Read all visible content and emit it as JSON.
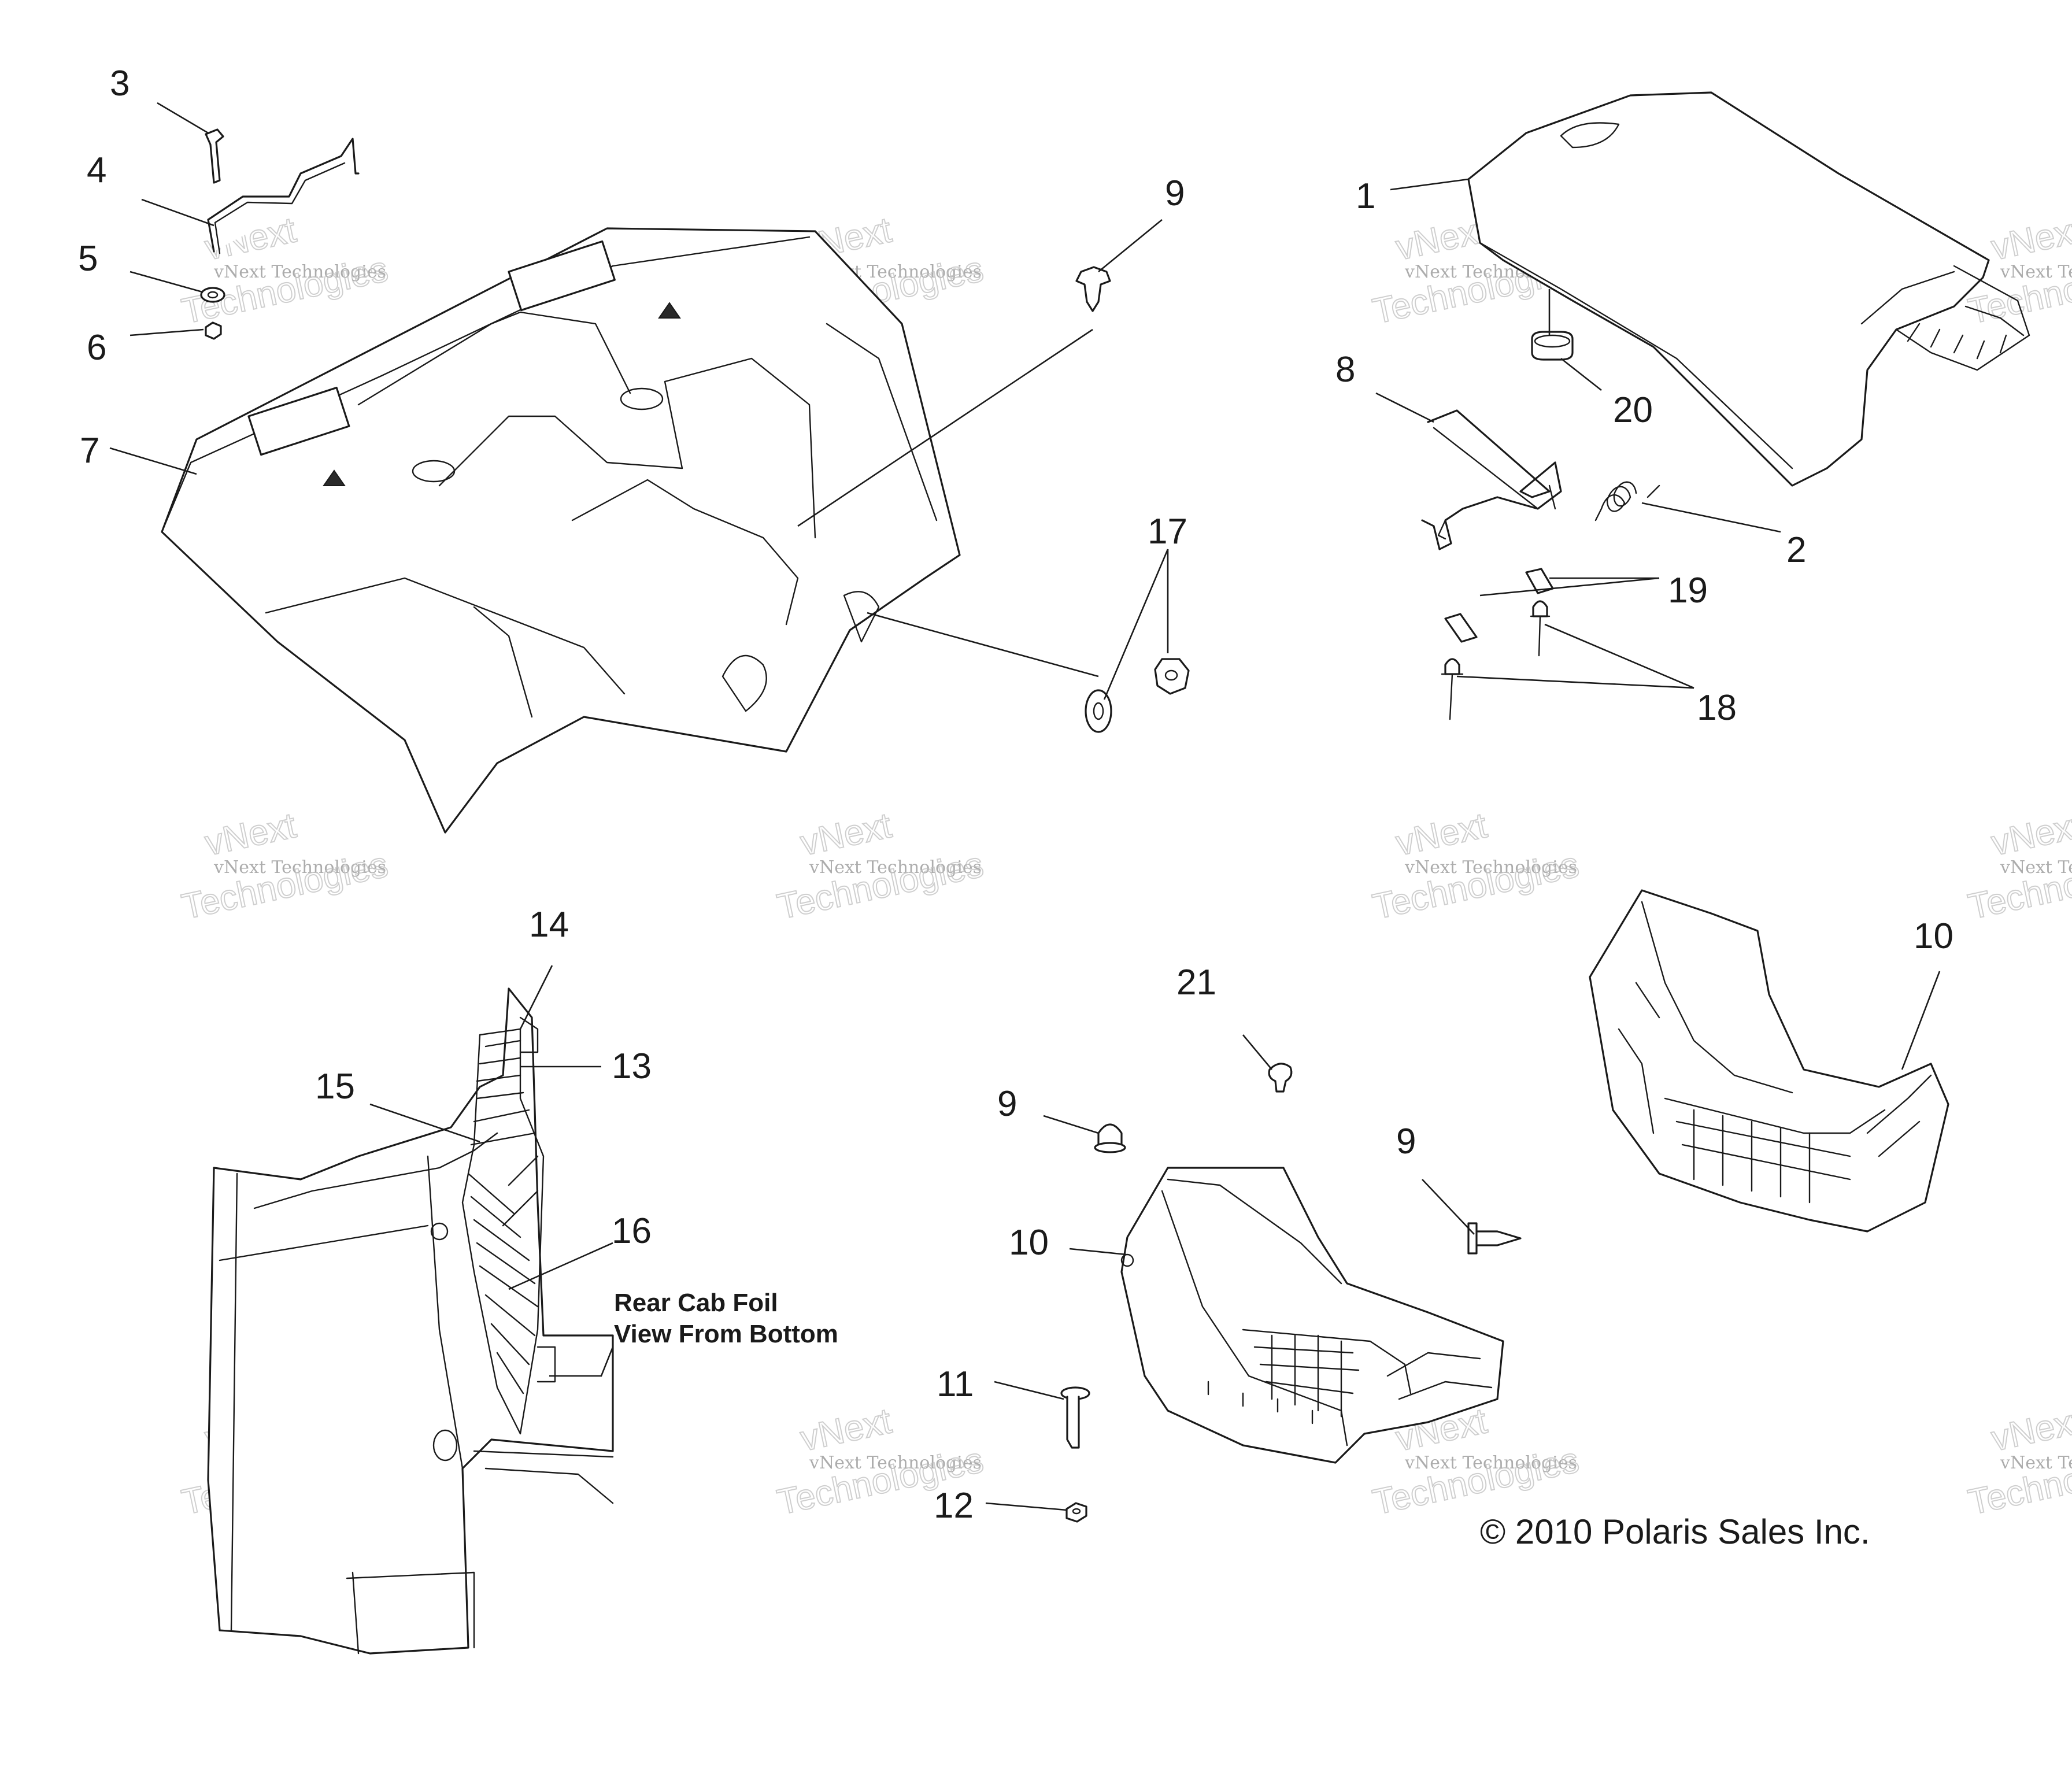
{
  "callouts": [
    {
      "id": "c3",
      "label": "3"
    },
    {
      "id": "c4",
      "label": "4"
    },
    {
      "id": "c5",
      "label": "5"
    },
    {
      "id": "c6",
      "label": "6"
    },
    {
      "id": "c7",
      "label": "7"
    },
    {
      "id": "c9a",
      "label": "9"
    },
    {
      "id": "c17",
      "label": "17"
    },
    {
      "id": "c1",
      "label": "1"
    },
    {
      "id": "c20",
      "label": "20"
    },
    {
      "id": "c8",
      "label": "8"
    },
    {
      "id": "c2",
      "label": "2"
    },
    {
      "id": "c19",
      "label": "19"
    },
    {
      "id": "c18",
      "label": "18"
    },
    {
      "id": "c14",
      "label": "14"
    },
    {
      "id": "c13",
      "label": "13"
    },
    {
      "id": "c15",
      "label": "15"
    },
    {
      "id": "c16",
      "label": "16"
    },
    {
      "id": "c21",
      "label": "21"
    },
    {
      "id": "c9b",
      "label": "9"
    },
    {
      "id": "c9c",
      "label": "9"
    },
    {
      "id": "c10a",
      "label": "10"
    },
    {
      "id": "c10b",
      "label": "10"
    },
    {
      "id": "c11",
      "label": "11"
    },
    {
      "id": "c12",
      "label": "12"
    }
  ],
  "note": {
    "line1": "Rear Cab Foil",
    "line2": "View From Bottom"
  },
  "copyright": "© 2010 Polaris Sales Inc.",
  "watermark": {
    "line1": "vNext",
    "line2": "vNext Technologies",
    "line3": "Technologies"
  }
}
